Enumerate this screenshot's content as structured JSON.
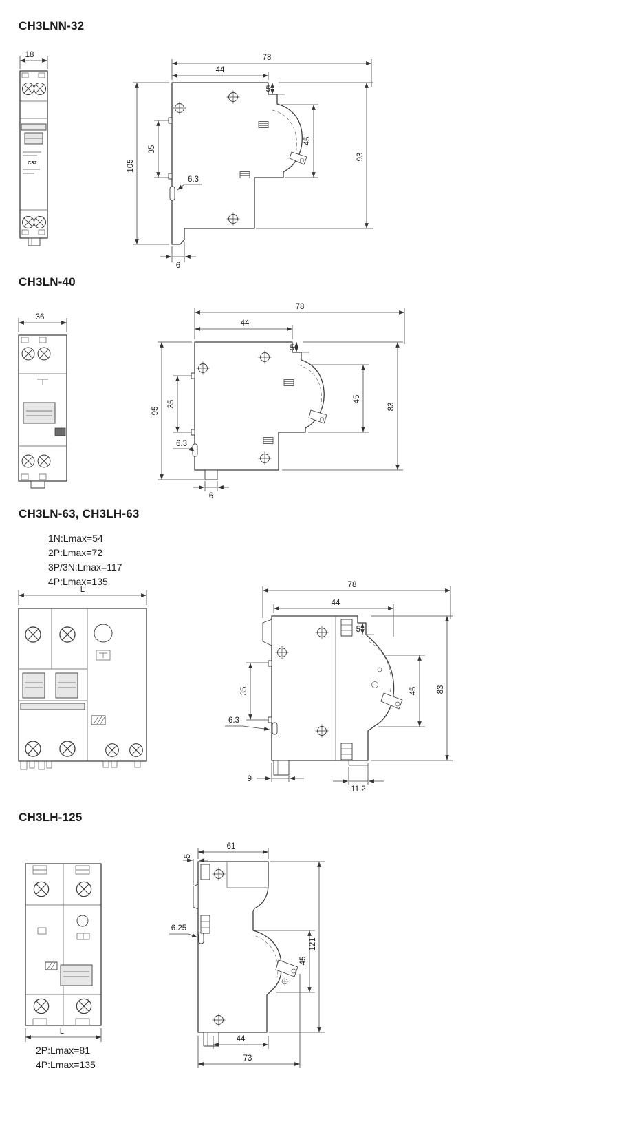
{
  "page": {
    "colors": {
      "ink": "#3d3d3d",
      "dim_line": "#444444",
      "fill_light": "#e7e7e7"
    }
  },
  "sections": [
    {
      "title": "CH3LNN-32",
      "front": {
        "width": "18",
        "label": "C32"
      },
      "side": {
        "total_w": "78",
        "inner_w": "44",
        "step": "5",
        "total_h": "105",
        "mid_h": "35",
        "front_h": "45",
        "right_h": "93",
        "hole": "6.3",
        "clip": "6"
      }
    },
    {
      "title": "CH3LN-40",
      "front": {
        "width": "36"
      },
      "side": {
        "total_w": "78",
        "inner_w": "44",
        "step": "5",
        "total_h": "95",
        "mid_h": "35",
        "front_h": "45",
        "right_h": "83",
        "hole": "6.3",
        "clip": "6"
      }
    },
    {
      "title": "CH3LN-63, CH3LH-63",
      "notes": [
        "1N:Lmax=54",
        "2P:Lmax=72",
        "3P/3N:Lmax=117",
        "4P:Lmax=135"
      ],
      "front": {
        "width": "L"
      },
      "side": {
        "total_w": "78",
        "inner_w": "44",
        "step": "5",
        "mid_h": "35",
        "front_h": "45",
        "right_h": "83",
        "hole": "6.3",
        "clip_l": "9",
        "clip_r": "11.2"
      }
    },
    {
      "title": "CH3LH-125",
      "notes": [
        "2P:Lmax=81",
        "4P:Lmax=135"
      ],
      "front": {
        "width": "L"
      },
      "side": {
        "top_w": "61",
        "step": "5",
        "hole": "6.25",
        "front_h": "45",
        "total_h": "121",
        "inner_w": "44",
        "total_w": "73"
      }
    }
  ]
}
